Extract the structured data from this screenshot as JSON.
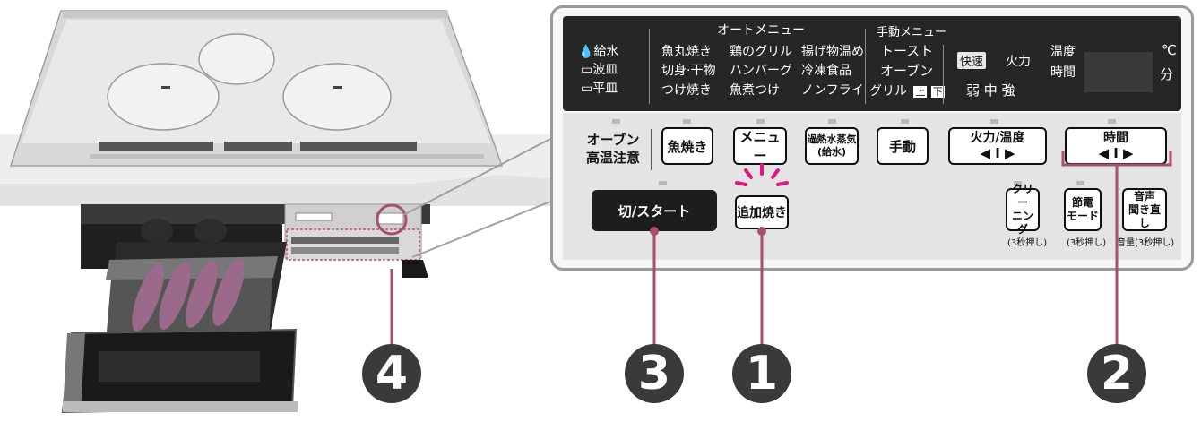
{
  "panel": {
    "left_status": {
      "water": "給水",
      "wave_plate": "波皿",
      "flat_plate": "平皿"
    },
    "auto_menu": {
      "title": "オートメニュー",
      "col1": [
        "魚丸焼き",
        "切身·干物",
        "つけ焼き"
      ],
      "col2": [
        "鶏のグリル",
        "ハンバーグ",
        "魚煮つけ"
      ],
      "col3": [
        "揚げ物温め",
        "冷凍食品",
        "ノンフライ"
      ]
    },
    "manual_menu": {
      "title": "手動メニュー",
      "items": [
        "トースト",
        "オーブン",
        "グリル"
      ],
      "upper": "上",
      "lower": "下"
    },
    "heat": {
      "quick": "快速",
      "fire": "火力",
      "levels": "弱 中 強"
    },
    "display": {
      "temp": "温度",
      "time": "時間",
      "celsius": "℃",
      "minute": "分"
    },
    "warning": {
      "line1": "オーブン",
      "line2": "高温注意"
    },
    "buttons": {
      "fish": "魚焼き",
      "menu": "メニュー",
      "steam_line1": "過熱水蒸気",
      "steam_line2": "(給水)",
      "manual": "手動",
      "heat_temp_label": "火力/温度",
      "heat_temp_arrows": "◀ I ▶",
      "time_label": "時間",
      "time_arrows": "◀ I ▶",
      "start": "切/スタート",
      "extra": "追加焼き",
      "clean_line1": "クリー",
      "clean_line2": "ニング",
      "clean_note": "(3秒押し)",
      "eco_line1": "節電",
      "eco_line2": "モード",
      "eco_note": "(3秒押し)",
      "voice_line1": "音声",
      "voice_line2": "聞き直し",
      "voice_note": "音量(3秒押し)"
    }
  },
  "callouts": {
    "one": "1",
    "two": "2",
    "three": "3",
    "four": "4"
  },
  "colors": {
    "callout": "#a8506a",
    "panel_dark": "#262626",
    "panel_light": "#e4e4e4",
    "highlight": "#e01880"
  }
}
